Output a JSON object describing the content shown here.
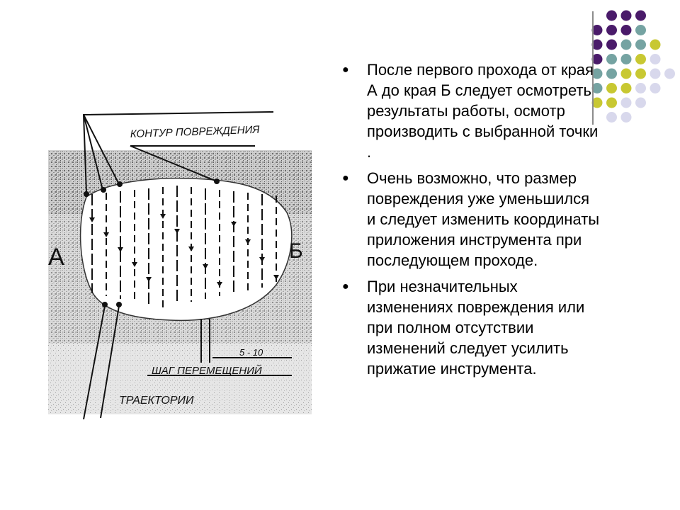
{
  "bullets": [
    {
      "text": "После первого прохода от края А до края Б  следует осмотреть результаты работы, осмотр производить с выбранной точки ."
    },
    {
      "text": "Очень возможно, что размер повреждения уже уменьшился и следует изменить координаты приложения инструмента при последующем проходе."
    },
    {
      "text": "При незначительных изменениях повреждения или при полном отсутствии изменений следует усилить прижатие инструмента."
    }
  ],
  "figure": {
    "label_contour": "КОНТУР ПОВРЕЖДЕНИЯ",
    "label_step": "ШАГ ПЕРЕМЕЩЕНИЙ",
    "label_step_value": "5 - 10",
    "label_trajectories": "ТРАЕКТОРИИ",
    "label_a": "А",
    "label_b": "Б"
  },
  "colors": {
    "purple": "#4a1b6a",
    "teal": "#75a3a2",
    "olive": "#c8c832",
    "lavender": "#d8d8ec",
    "divider": "#8c8c8c"
  }
}
